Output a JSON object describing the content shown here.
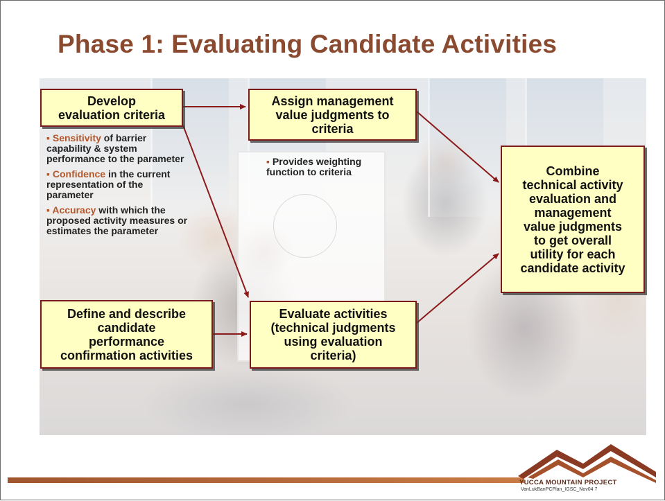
{
  "slide": {
    "title": "Phase 1: Evaluating Candidate Activities"
  },
  "boxes": {
    "develop": [
      "Develop",
      "evaluation criteria"
    ],
    "assign": [
      "Assign management",
      "value judgments to",
      "criteria"
    ],
    "combine": [
      "Combine",
      "technical activity",
      "evaluation and",
      "management",
      "value judgments",
      "to get overall",
      "utility for each",
      "candidate activity"
    ],
    "define": [
      "Define and describe",
      "candidate",
      "performance",
      "confirmation activities"
    ],
    "evaluate": [
      "Evaluate activities",
      "(technical judgments",
      "using evaluation",
      "criteria)"
    ]
  },
  "criteria_bullets": [
    {
      "keyword": "Sensitivity",
      "rest": " of barrier capability & system performance to the parameter"
    },
    {
      "keyword": "Confidence",
      "rest": " in the current representation of the parameter"
    },
    {
      "keyword": "Accuracy",
      "rest": " with which the proposed activity measures or estimates the parameter"
    }
  ],
  "assign_note": "Provides weighting function to criteria",
  "footer": {
    "logo_text": "YUCCA MOUNTAIN PROJECT",
    "file_label": "VanLukBanPCPlan_IGSC_Nov04   7"
  },
  "colors": {
    "title": "#8a4a2f",
    "box_fill": "#ffffc4",
    "box_border": "#7a1a1a",
    "arrow": "#8b1a1a",
    "keyword": "#b4572a",
    "footer_bar": "#a0552f"
  }
}
